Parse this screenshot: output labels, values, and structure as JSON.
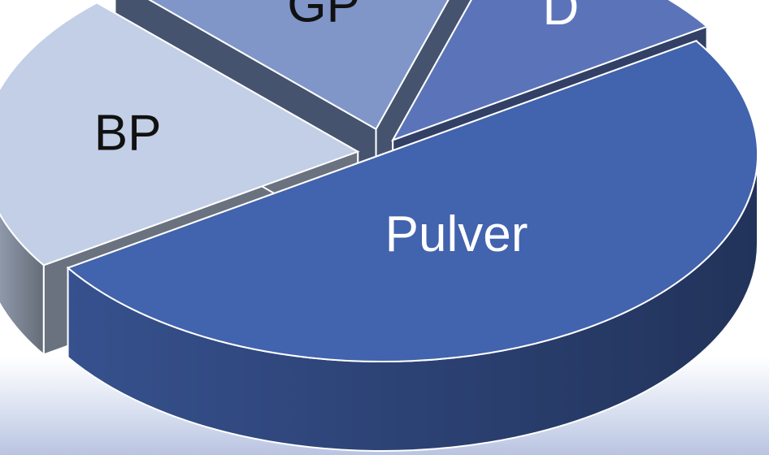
{
  "chart_data": {
    "type": "pie",
    "style": "3d-exploded",
    "title": "",
    "slices": [
      {
        "label": "Pulver",
        "value": 50,
        "color": "#4263ad",
        "label_color": "#ffffff"
      },
      {
        "label": "BP",
        "value": 22,
        "color": "#c2cfe6",
        "label_color": "#111111"
      },
      {
        "label": "GP",
        "value": 17,
        "color": "#8096c9",
        "label_color": "#111111"
      },
      {
        "label": "D",
        "value": 11,
        "color": "#5b74b9",
        "label_color": "#ffffff"
      }
    ]
  }
}
